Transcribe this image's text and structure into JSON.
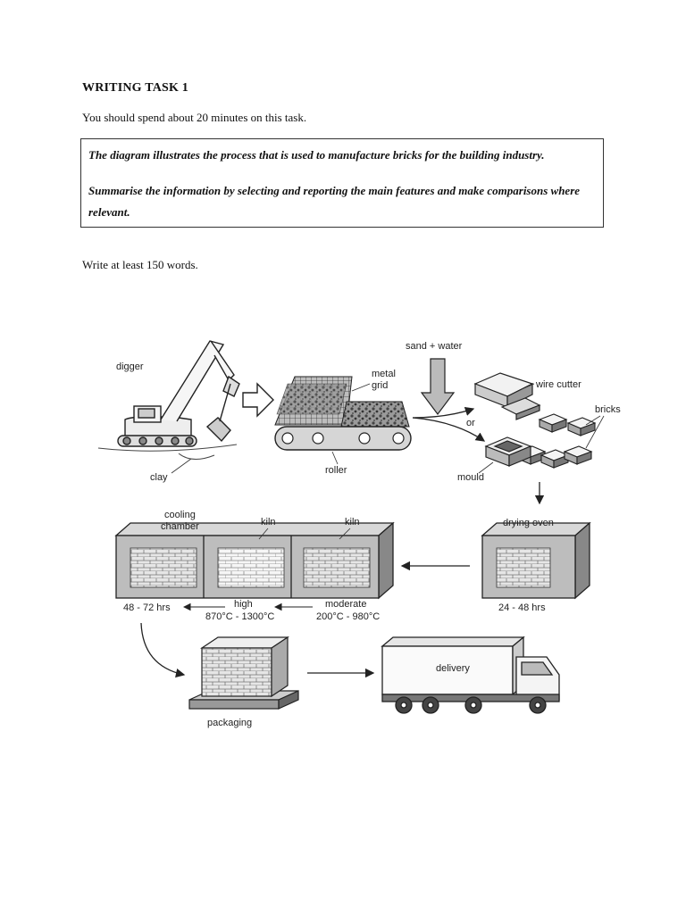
{
  "task": {
    "heading": "WRITING TASK 1",
    "time_note": "You should spend about 20 minutes on this task.",
    "prompt_line1": "The diagram illustrates the process that is used to manufacture bricks for the building industry.",
    "prompt_line2": "Summarise the information by selecting and reporting the main features and make comparisons where relevant.",
    "word_note": "Write at least 150 words."
  },
  "diagram": {
    "digger": "digger",
    "clay": "clay",
    "metal_1": "metal",
    "metal_2": "grid",
    "roller": "roller",
    "sand_water": "sand + water",
    "or": "or",
    "wire_cutter": "wire cutter",
    "bricks": "bricks",
    "mould": "mould",
    "drying_oven": "drying oven",
    "dry_time": "24 - 48 hrs",
    "cooling_1": "cooling",
    "cooling_2": "chamber",
    "kiln_a": "kiln",
    "kiln_b": "kiln",
    "cool_time": "48 - 72 hrs",
    "high": "high",
    "high_temp": "870°C - 1300°C",
    "moderate": "moderate",
    "moderate_temp": "200°C - 980°C",
    "packaging": "packaging",
    "delivery": "delivery"
  }
}
